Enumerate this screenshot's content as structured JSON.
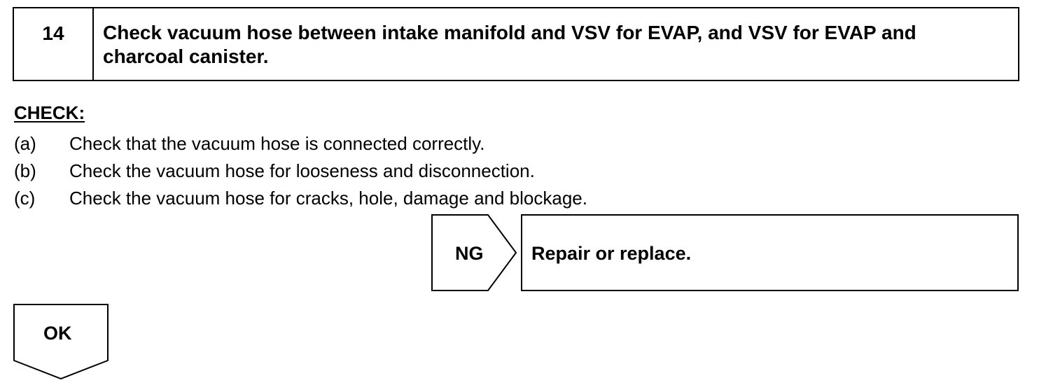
{
  "step": {
    "number": "14",
    "title": "Check vacuum hose between intake manifold and VSV for EVAP, and VSV for EVAP and charcoal canister."
  },
  "check": {
    "heading": "CHECK:",
    "items": [
      {
        "marker": "(a)",
        "text": "Check that the vacuum hose is connected correctly."
      },
      {
        "marker": "(b)",
        "text": "Check the vacuum hose for looseness and disconnection."
      },
      {
        "marker": "(c)",
        "text": "Check the vacuum hose for cracks, hole, damage and blockage."
      }
    ]
  },
  "result_ng": {
    "label": "NG",
    "action": "Repair or replace."
  },
  "result_ok": {
    "label": "OK"
  }
}
